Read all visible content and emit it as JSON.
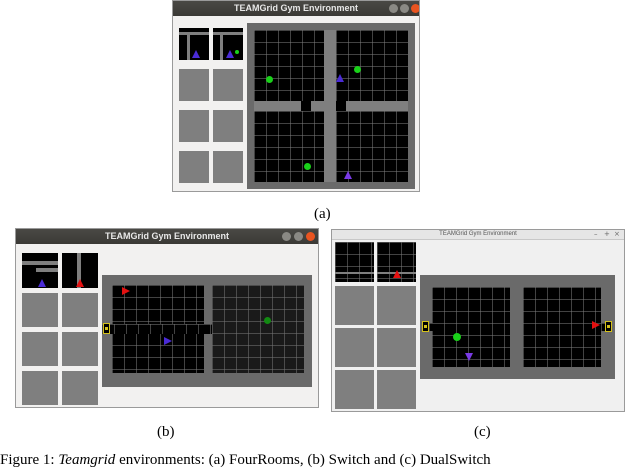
{
  "windows": {
    "fourrooms": {
      "title": "TEAMGrid Gym Environment"
    },
    "switch": {
      "title": "TEAMGrid Gym Environment"
    },
    "dualswitch": {
      "title": "TEAMGrid Gym Environment",
      "min": "–",
      "max": "+",
      "close": "×"
    }
  },
  "labels": {
    "a": "(a)",
    "b": "(b)",
    "c": "(c)"
  },
  "caption": {
    "prefix": "Figure 1: ",
    "italic": "Teamgrid",
    "text": " environments: (a) FourRooms, (b) Switch and (c) DualSwitch"
  },
  "colors": {
    "ball": "#19d119",
    "agent_blue": "#4a2bd6",
    "agent_red": "#e41010",
    "switch": "#d4c11b",
    "titlebar": "#3f3e3a"
  }
}
